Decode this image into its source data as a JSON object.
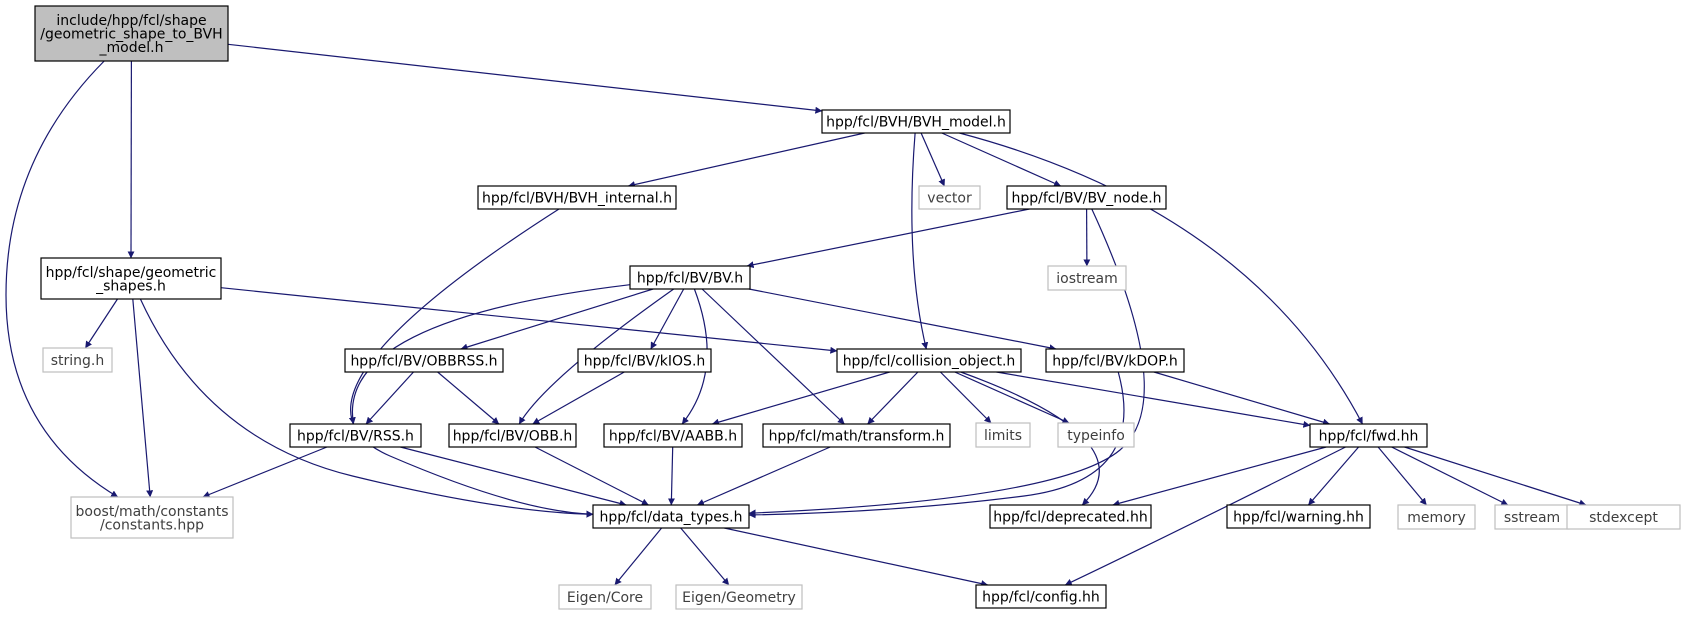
{
  "colors": {
    "edge": "#191970",
    "node_border": "#000000",
    "node_border_system": "#bfbfbf",
    "node_fill": "#ffffff",
    "root_fill": "#bfbfbf",
    "text": "#000000",
    "text_system": "#3f3f3f"
  },
  "nodes": [
    {
      "id": "root",
      "lines": [
        "include/hpp/fcl/shape",
        "/geometric_shape_to_BVH",
        "_model.h"
      ],
      "kind": "root"
    },
    {
      "id": "bvh_model",
      "lines": [
        "hpp/fcl/BVH/BVH_model.h"
      ],
      "kind": "project"
    },
    {
      "id": "bvh_internal",
      "lines": [
        "hpp/fcl/BVH/BVH_internal.h"
      ],
      "kind": "project"
    },
    {
      "id": "vector",
      "lines": [
        "vector"
      ],
      "kind": "system"
    },
    {
      "id": "bv_node",
      "lines": [
        "hpp/fcl/BV/BV_node.h"
      ],
      "kind": "project"
    },
    {
      "id": "geometric_shapes",
      "lines": [
        "hpp/fcl/shape/geometric",
        "_shapes.h"
      ],
      "kind": "project"
    },
    {
      "id": "iostream",
      "lines": [
        "iostream"
      ],
      "kind": "system"
    },
    {
      "id": "bv",
      "lines": [
        "hpp/fcl/BV/BV.h"
      ],
      "kind": "project"
    },
    {
      "id": "string_h",
      "lines": [
        "string.h"
      ],
      "kind": "system"
    },
    {
      "id": "obbrss",
      "lines": [
        "hpp/fcl/BV/OBBRSS.h"
      ],
      "kind": "project"
    },
    {
      "id": "kios",
      "lines": [
        "hpp/fcl/BV/kIOS.h"
      ],
      "kind": "project"
    },
    {
      "id": "collision_object",
      "lines": [
        "hpp/fcl/collision_object.h"
      ],
      "kind": "project"
    },
    {
      "id": "kdop",
      "lines": [
        "hpp/fcl/BV/kDOP.h"
      ],
      "kind": "project"
    },
    {
      "id": "rss",
      "lines": [
        "hpp/fcl/BV/RSS.h"
      ],
      "kind": "project"
    },
    {
      "id": "obb",
      "lines": [
        "hpp/fcl/BV/OBB.h"
      ],
      "kind": "project"
    },
    {
      "id": "aabb",
      "lines": [
        "hpp/fcl/BV/AABB.h"
      ],
      "kind": "project"
    },
    {
      "id": "transform",
      "lines": [
        "hpp/fcl/math/transform.h"
      ],
      "kind": "project"
    },
    {
      "id": "limits",
      "lines": [
        "limits"
      ],
      "kind": "system"
    },
    {
      "id": "typeinfo",
      "lines": [
        "typeinfo"
      ],
      "kind": "system"
    },
    {
      "id": "fwd",
      "lines": [
        "hpp/fcl/fwd.hh"
      ],
      "kind": "project"
    },
    {
      "id": "boost_constants",
      "lines": [
        "boost/math/constants",
        "/constants.hpp"
      ],
      "kind": "system"
    },
    {
      "id": "data_types",
      "lines": [
        "hpp/fcl/data_types.h"
      ],
      "kind": "project"
    },
    {
      "id": "deprecated",
      "lines": [
        "hpp/fcl/deprecated.hh"
      ],
      "kind": "project"
    },
    {
      "id": "warning",
      "lines": [
        "hpp/fcl/warning.hh"
      ],
      "kind": "project"
    },
    {
      "id": "memory",
      "lines": [
        "memory"
      ],
      "kind": "system"
    },
    {
      "id": "sstream",
      "lines": [
        "sstream"
      ],
      "kind": "system"
    },
    {
      "id": "stdexcept",
      "lines": [
        "stdexcept"
      ],
      "kind": "system"
    },
    {
      "id": "eigen_core",
      "lines": [
        "Eigen/Core"
      ],
      "kind": "system"
    },
    {
      "id": "eigen_geometry",
      "lines": [
        "Eigen/Geometry"
      ],
      "kind": "system"
    },
    {
      "id": "config",
      "lines": [
        "hpp/fcl/config.hh"
      ],
      "kind": "project"
    }
  ],
  "edges": [
    [
      "root",
      "bvh_model"
    ],
    [
      "root",
      "geometric_shapes"
    ],
    [
      "root",
      "boost_constants"
    ],
    [
      "bvh_model",
      "bvh_internal"
    ],
    [
      "bvh_model",
      "vector"
    ],
    [
      "bvh_model",
      "bv_node"
    ],
    [
      "bvh_model",
      "collision_object"
    ],
    [
      "bvh_model",
      "fwd"
    ],
    [
      "bvh_internal",
      "data_types"
    ],
    [
      "bv_node",
      "bv"
    ],
    [
      "bv_node",
      "iostream"
    ],
    [
      "bv_node",
      "data_types"
    ],
    [
      "geometric_shapes",
      "string_h"
    ],
    [
      "geometric_shapes",
      "boost_constants"
    ],
    [
      "geometric_shapes",
      "data_types"
    ],
    [
      "geometric_shapes",
      "collision_object"
    ],
    [
      "bv",
      "obbrss"
    ],
    [
      "bv",
      "kios"
    ],
    [
      "bv",
      "rss"
    ],
    [
      "bv",
      "obb"
    ],
    [
      "bv",
      "aabb"
    ],
    [
      "bv",
      "transform"
    ],
    [
      "bv",
      "kdop"
    ],
    [
      "obbrss",
      "rss"
    ],
    [
      "obbrss",
      "obb"
    ],
    [
      "kios",
      "obb"
    ],
    [
      "collision_object",
      "aabb"
    ],
    [
      "collision_object",
      "transform"
    ],
    [
      "collision_object",
      "limits"
    ],
    [
      "collision_object",
      "typeinfo"
    ],
    [
      "collision_object",
      "fwd"
    ],
    [
      "collision_object",
      "deprecated"
    ],
    [
      "kdop",
      "fwd"
    ],
    [
      "kdop",
      "data_types"
    ],
    [
      "rss",
      "boost_constants"
    ],
    [
      "rss",
      "data_types"
    ],
    [
      "obb",
      "data_types"
    ],
    [
      "aabb",
      "data_types"
    ],
    [
      "transform",
      "data_types"
    ],
    [
      "fwd",
      "deprecated"
    ],
    [
      "fwd",
      "warning"
    ],
    [
      "fwd",
      "memory"
    ],
    [
      "fwd",
      "sstream"
    ],
    [
      "fwd",
      "stdexcept"
    ],
    [
      "fwd",
      "config"
    ],
    [
      "data_types",
      "eigen_core"
    ],
    [
      "data_types",
      "eigen_geometry"
    ],
    [
      "data_types",
      "config"
    ]
  ]
}
